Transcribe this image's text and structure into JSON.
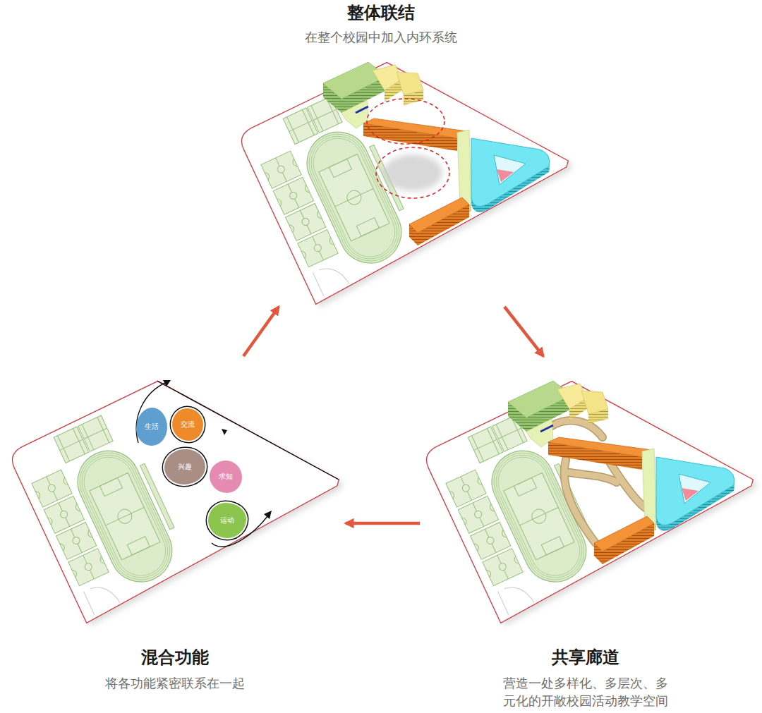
{
  "diagram": {
    "nodes": [
      {
        "text": [
          "整体联结",
          "在整个校园中加入内环系统"
        ]
      },
      {
        "text": [
          "混合功能",
          "将各功能紧密联系在一起"
        ]
      },
      {
        "text": [
          "生活"
        ],
        "in": 1
      },
      {
        "text": [
          "交流"
        ],
        "in": 1
      },
      {
        "text": [
          "兴趣"
        ],
        "in": 1
      },
      {
        "text": [
          "求知"
        ],
        "in": 1
      },
      {
        "text": [
          "运动"
        ],
        "in": 1
      },
      {
        "text": [
          "共享廊道",
          "营造一处多样化、多层次、多元化的开敞校园活动教学空间"
        ]
      }
    ],
    "edges": [
      {
        "from": 1,
        "to": 0,
        "arrow": "to"
      },
      {
        "from": 0,
        "to": 7,
        "arrow": "to"
      },
      {
        "from": 7,
        "to": 1,
        "arrow": "to"
      }
    ]
  }
}
